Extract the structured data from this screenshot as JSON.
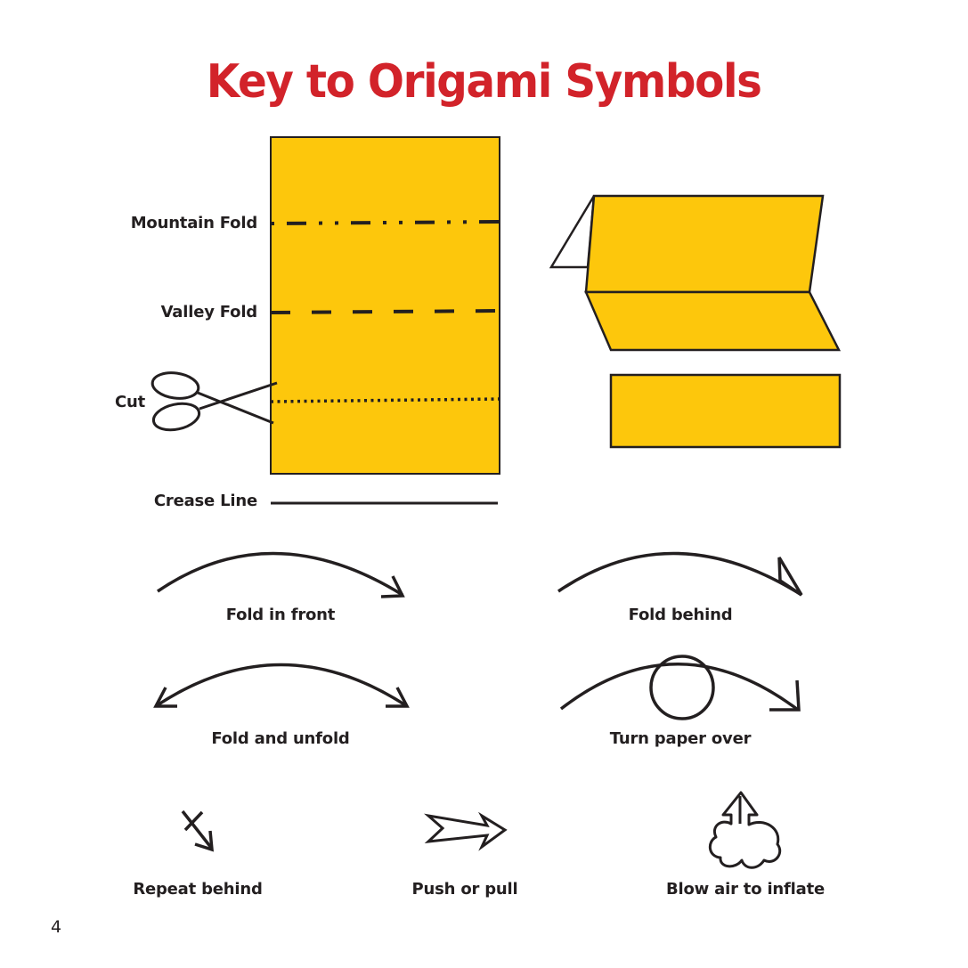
{
  "title": "Key to Origami Symbols",
  "colors": {
    "title": "#d2232a",
    "paper": "#fdc70c",
    "stroke": "#231f20",
    "background": "#ffffff"
  },
  "line_types": {
    "mountain_fold": "Mountain Fold",
    "valley_fold": "Valley Fold",
    "cut": "Cut",
    "crease_line": "Crease Line"
  },
  "symbols": {
    "fold_in_front": "Fold in front",
    "fold_behind": "Fold behind",
    "fold_and_unfold": "Fold and unfold",
    "turn_paper_over": "Turn paper over",
    "repeat_behind": "Repeat behind",
    "push_or_pull": "Push or pull",
    "blow_air_to_inflate": "Blow air to inflate"
  },
  "icons": {
    "scissors": "scissors-icon",
    "folded_paper": "folded-paper-illustration",
    "cut_strip": "paper-strip-illustration",
    "fold_in_front": "arc-arrow-open-head-icon",
    "fold_behind": "arc-arrow-half-head-icon",
    "fold_and_unfold": "double-arc-arrow-icon",
    "turn_paper_over": "arc-arrow-with-circle-icon",
    "repeat_behind": "crossed-arrow-icon",
    "push_or_pull": "hollow-arrow-icon",
    "blow_air_to_inflate": "cloud-arrow-icon"
  },
  "page_number": "4"
}
